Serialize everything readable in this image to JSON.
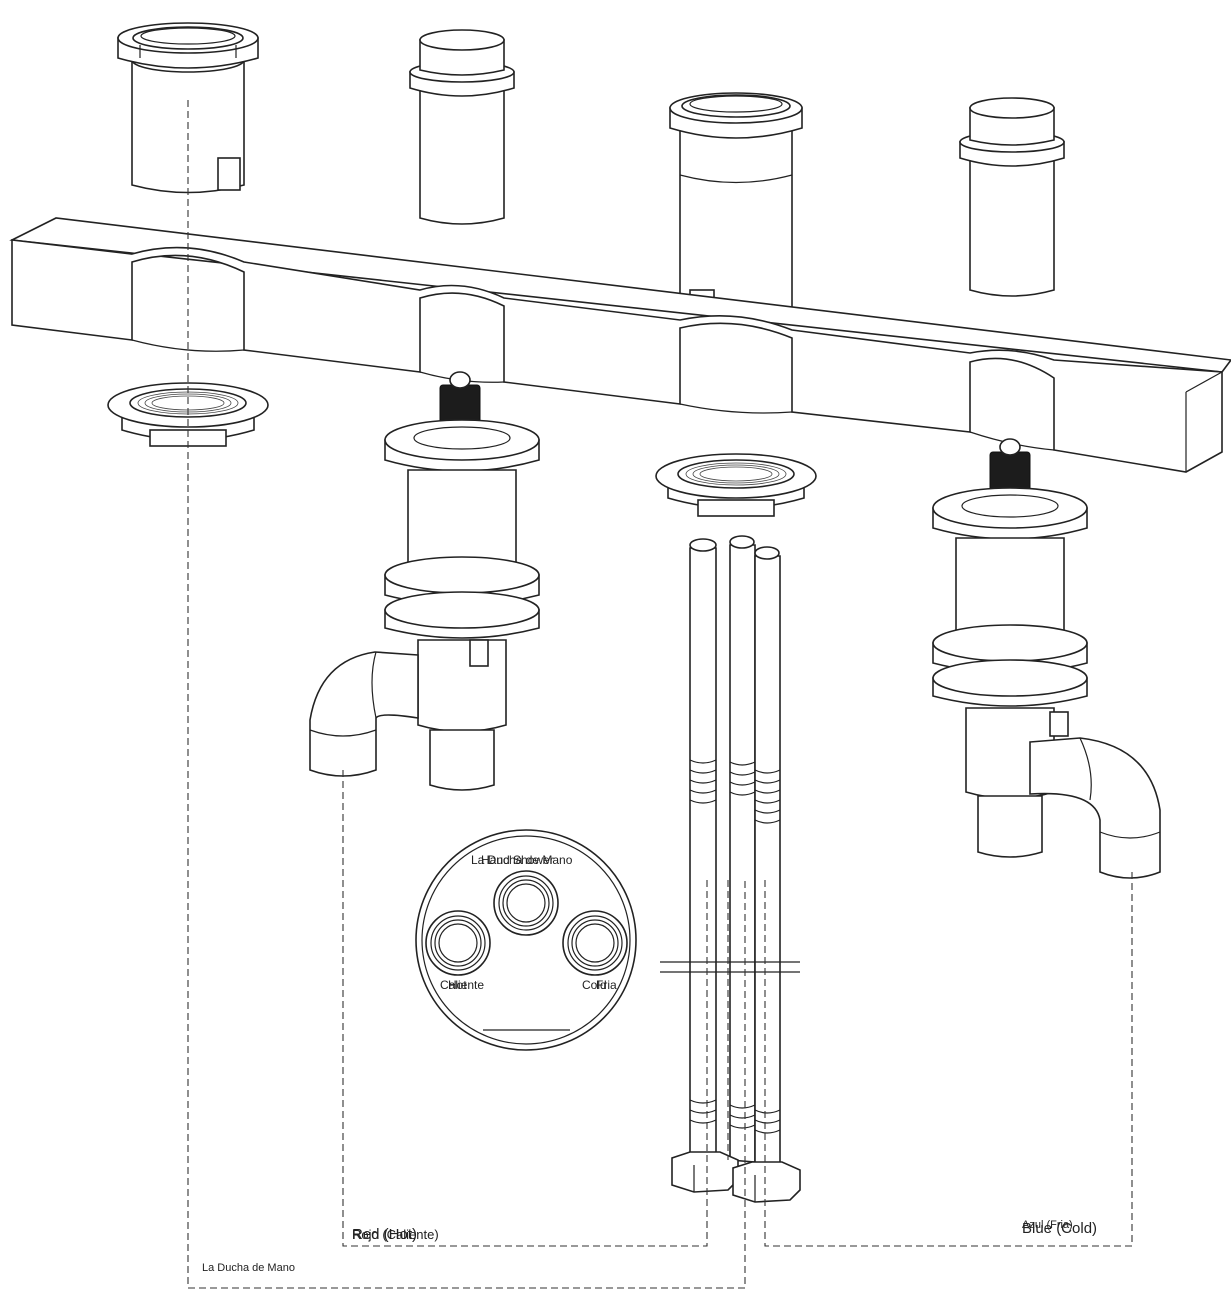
{
  "labels": {
    "hand_shower_en": "Hand Shower",
    "hand_shower_es": "La Ducha de Mano",
    "hot_en": "Hot",
    "hot_es": "Caliente",
    "cold_en": "Cold",
    "cold_es": "Fria",
    "red_hot": "Red (Hot)",
    "red_es": "Rojo (Caliente)",
    "blue_cold": "Blue (Cold)",
    "blue_es": "Azul (Fria)",
    "ducha_bottom": "La Ducha de Mano"
  }
}
